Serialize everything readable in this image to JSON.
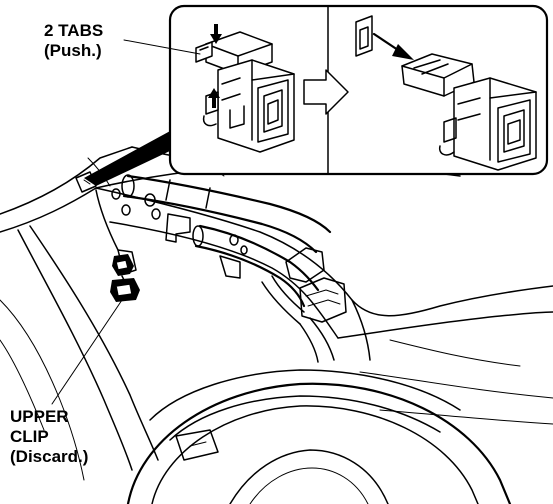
{
  "labels": {
    "tabs_line1": "2 TABS",
    "tabs_line2": "(Push.)",
    "clip_line1": "UPPER",
    "clip_line2": "CLIP",
    "clip_line3": "(Discard.)"
  },
  "colors": {
    "ink": "#000000",
    "paper": "#ffffff"
  },
  "icons": {
    "transition_arrow": "right-arrow-icon",
    "removal_arrow": "diagonal-arrow-icon"
  }
}
